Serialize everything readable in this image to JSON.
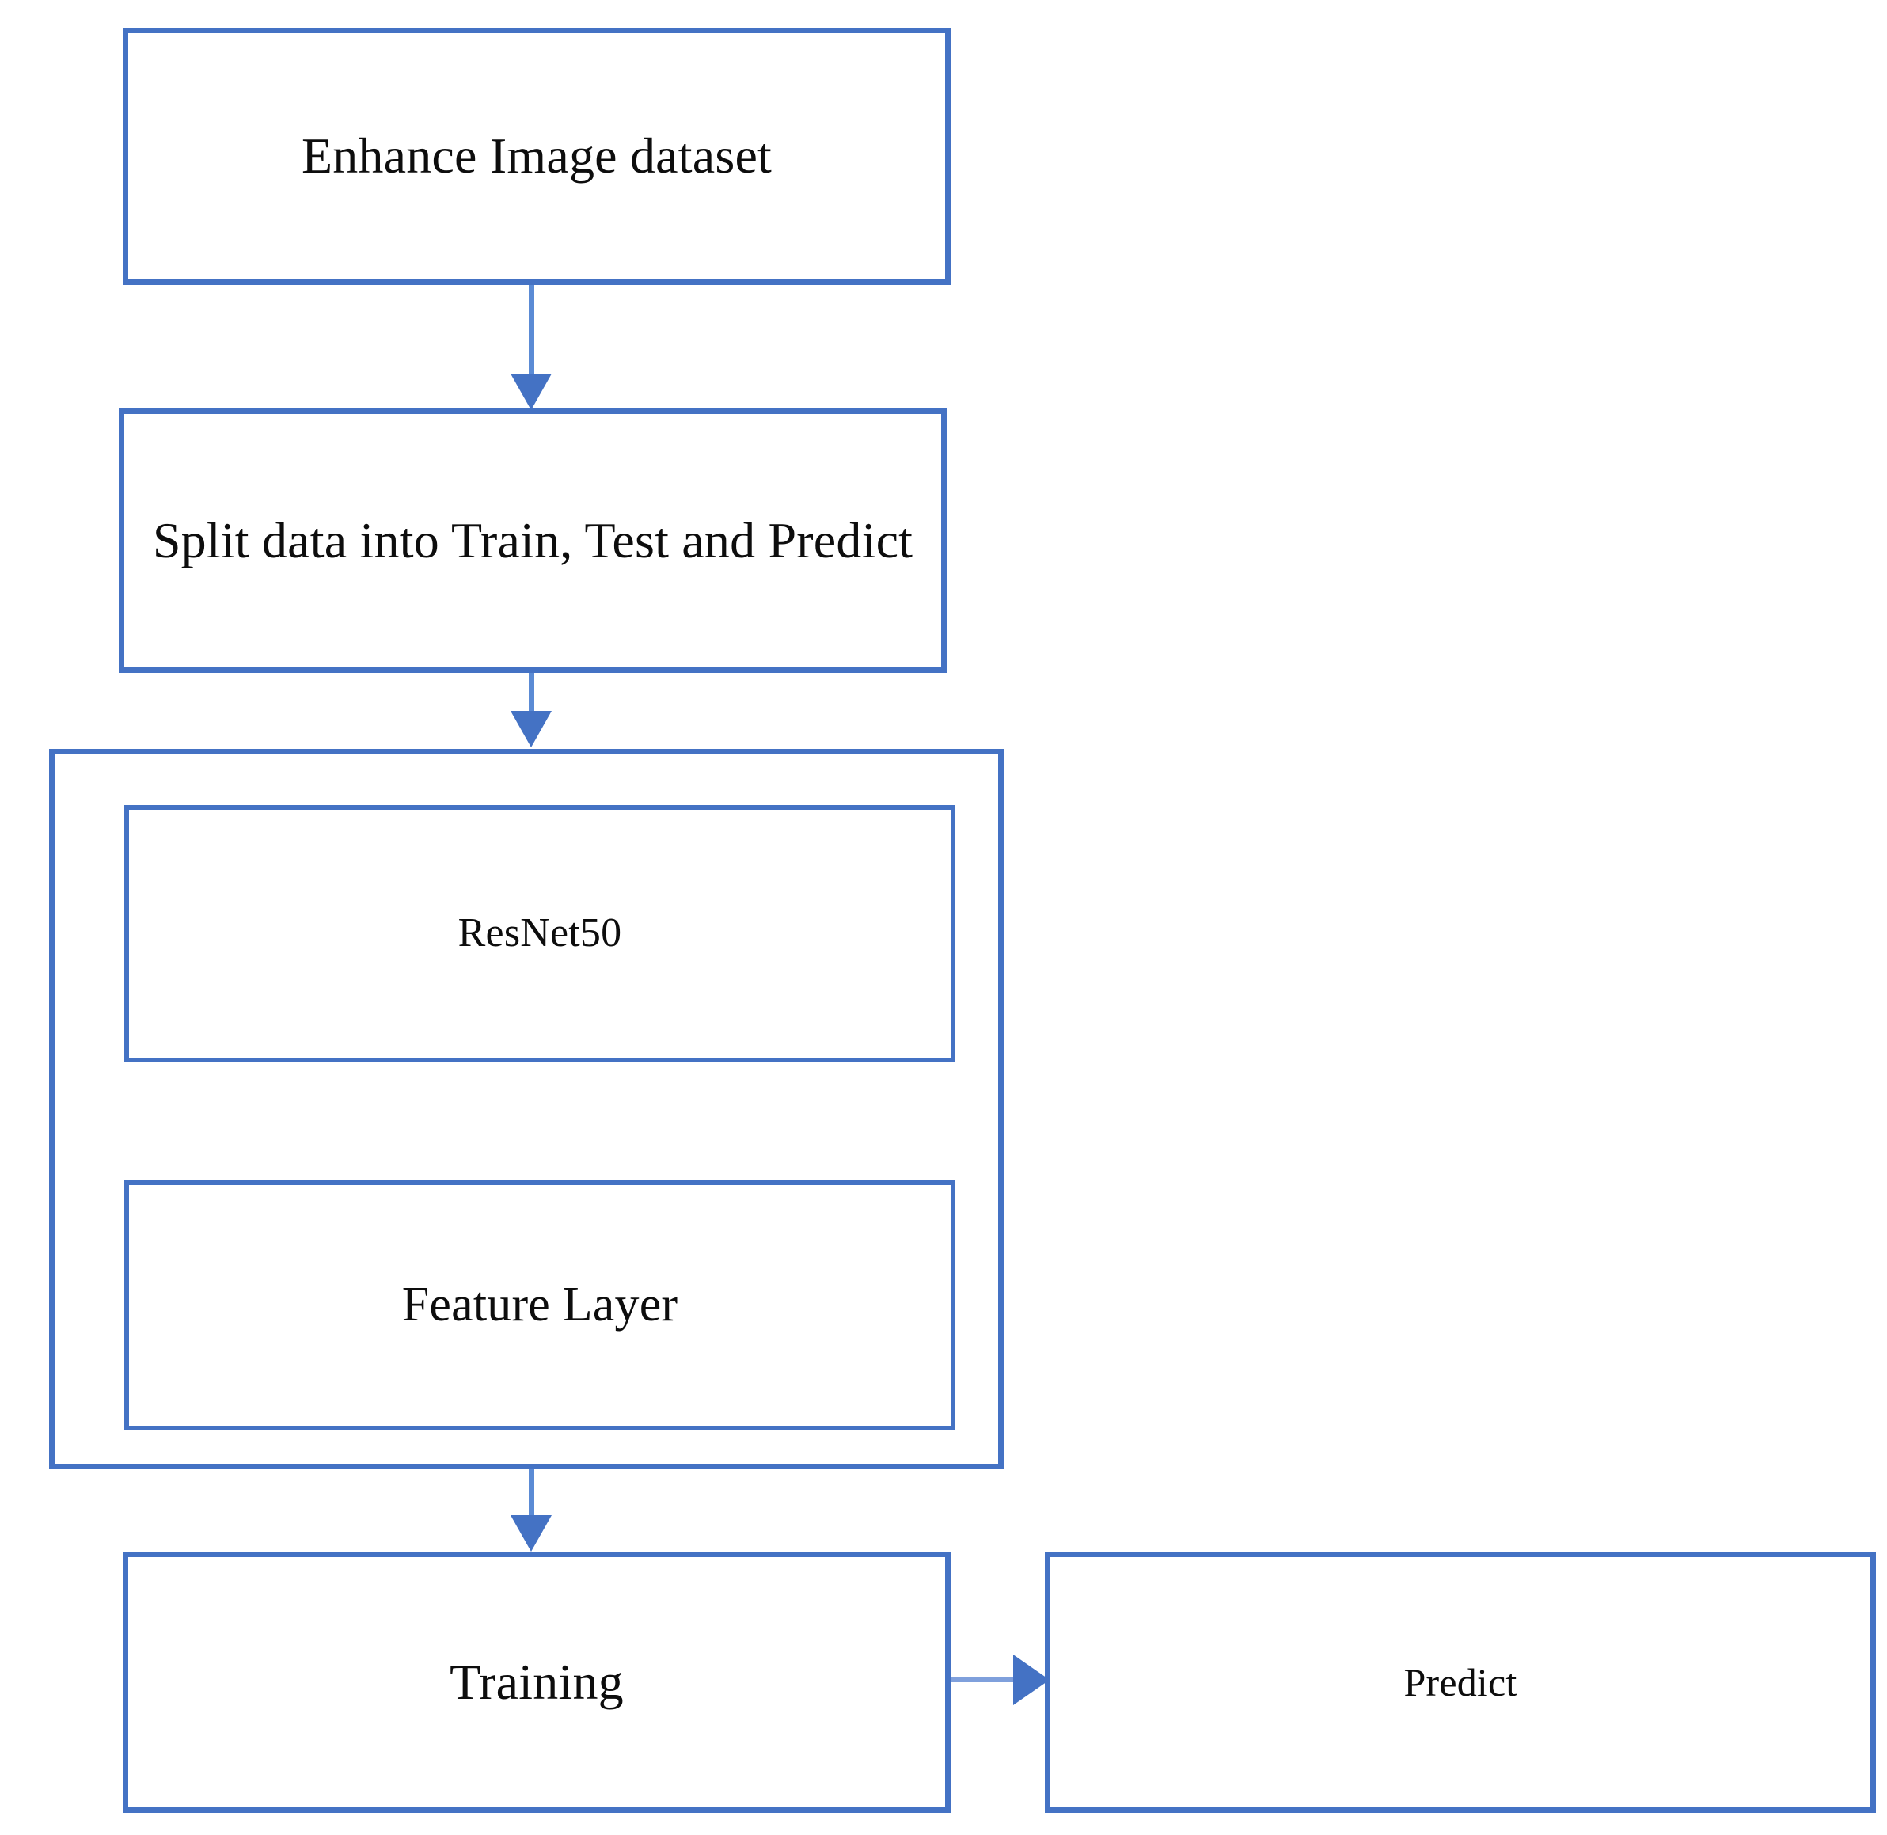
{
  "diagram": {
    "title": "ResNet50 image classification pipeline flowchart",
    "background_color": "#FFFFFF",
    "accent_color": "#4472C4",
    "connector_color": "#5B8BD5",
    "text_color": "#0D0D0D",
    "nodes": [
      {
        "id": "enhance",
        "label": "Enhance Image dataset"
      },
      {
        "id": "split",
        "label": "Split data into Train, Test and Predict"
      },
      {
        "id": "backbone",
        "label": ""
      },
      {
        "id": "resnet",
        "label": "ResNet50"
      },
      {
        "id": "feature",
        "label": "Feature Layer"
      },
      {
        "id": "training",
        "label": "Training"
      },
      {
        "id": "predict",
        "label": "Predict"
      }
    ],
    "edges": [
      {
        "id": "enhance-split",
        "from": "Enhance Image dataset",
        "to": "Split data into Train, Test and Predict",
        "direction": "down"
      },
      {
        "id": "split-backbone",
        "from": "Split data into Train, Test and Predict",
        "to": "ResNet50 block",
        "direction": "down"
      },
      {
        "id": "backbone-training",
        "from": "ResNet50 block",
        "to": "Training",
        "direction": "down"
      },
      {
        "id": "training-predict",
        "from": "Training",
        "to": "Predict",
        "direction": "right"
      }
    ]
  }
}
